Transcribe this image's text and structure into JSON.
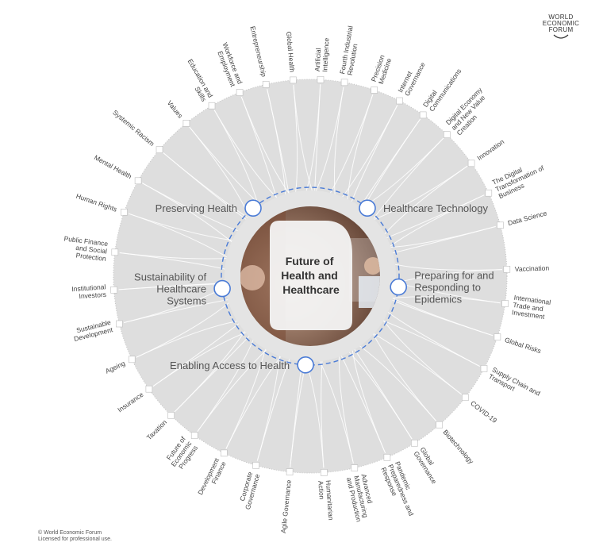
{
  "logo": {
    "lines": [
      "WORLD",
      "ECONOMIC",
      "FORUM"
    ]
  },
  "center": {
    "title_lines": [
      "Future of",
      "Health and",
      "Healthcare"
    ]
  },
  "key_issues": [
    {
      "lines": [
        "Preserving Health"
      ],
      "angle": -40,
      "anchor": "end"
    },
    {
      "lines": [
        "Healthcare Technology"
      ],
      "angle": 40,
      "anchor": "start"
    },
    {
      "lines": [
        "Preparing for and",
        "Responding to",
        "Epidemics"
      ],
      "angle": 97,
      "anchor": "start"
    },
    {
      "lines": [
        "Enabling Access to Health"
      ],
      "angle": 183,
      "anchor": "end"
    },
    {
      "lines": [
        "Sustainability of",
        "Healthcare",
        "Systems"
      ],
      "angle": 262,
      "anchor": "end"
    }
  ],
  "topics": [
    {
      "lines": [
        "Artificial",
        "Intelligence"
      ],
      "angle": 3
    },
    {
      "lines": [
        "Fourth Industrial",
        "Revolution"
      ],
      "angle": 10
    },
    {
      "lines": [
        "Precision",
        "Medicine"
      ],
      "angle": 19
    },
    {
      "lines": [
        "Internet",
        "Governance"
      ],
      "angle": 27
    },
    {
      "lines": [
        "Digital",
        "Communications"
      ],
      "angle": 35
    },
    {
      "lines": [
        "Digital Economy",
        "and New Value",
        "Creation"
      ],
      "angle": 44
    },
    {
      "lines": [
        "Innovation"
      ],
      "angle": 55
    },
    {
      "lines": [
        "The Digital",
        "Transformation of",
        "Business"
      ],
      "angle": 65
    },
    {
      "lines": [
        "Data Science"
      ],
      "angle": 75
    },
    {
      "lines": [
        "Vaccination"
      ],
      "angle": 88
    },
    {
      "lines": [
        "International",
        "Trade and",
        "Investment"
      ],
      "angle": 98
    },
    {
      "lines": [
        "Global Risks"
      ],
      "angle": 108
    },
    {
      "lines": [
        "Supply Chain and",
        "Transport"
      ],
      "angle": 118
    },
    {
      "lines": [
        "COVID-19"
      ],
      "angle": 128
    },
    {
      "lines": [
        "Biotechnology"
      ],
      "angle": 139
    },
    {
      "lines": [
        "Global",
        "Governance"
      ],
      "angle": 148
    },
    {
      "lines": [
        "Pandemic",
        "Preparedness and",
        "Response"
      ],
      "angle": 157
    },
    {
      "lines": [
        "Advanced",
        "Manufacturing",
        "and Production"
      ],
      "angle": 167
    },
    {
      "lines": [
        "Humanitarian",
        "Action"
      ],
      "angle": 176
    },
    {
      "lines": [
        "Agile Governance"
      ],
      "angle": 186
    },
    {
      "lines": [
        "Corporate",
        "Governance"
      ],
      "angle": 196
    },
    {
      "lines": [
        "Development",
        "Finance"
      ],
      "angle": 206
    },
    {
      "lines": [
        "Future of",
        "Economic",
        "Progress"
      ],
      "angle": 216
    },
    {
      "lines": [
        "Taxation"
      ],
      "angle": 225
    },
    {
      "lines": [
        "Insurance"
      ],
      "angle": 235
    },
    {
      "lines": [
        "Ageing"
      ],
      "angle": 245
    },
    {
      "lines": [
        "Sustainable",
        "Development"
      ],
      "angle": 256
    },
    {
      "lines": [
        "Institutional",
        "Investors"
      ],
      "angle": 266
    },
    {
      "lines": [
        "Public Finance",
        "and Social",
        "Protection"
      ],
      "angle": 277
    },
    {
      "lines": [
        "Human Rights"
      ],
      "angle": 289
    },
    {
      "lines": [
        "Mental Health"
      ],
      "angle": 299
    },
    {
      "lines": [
        "Systemic Racism"
      ],
      "angle": 310
    },
    {
      "lines": [
        "Values"
      ],
      "angle": 321
    },
    {
      "lines": [
        "Education and",
        "Skills"
      ],
      "angle": 330
    },
    {
      "lines": [
        "Workforce and",
        "Employment"
      ],
      "angle": 339
    },
    {
      "lines": [
        "Entrepreneurship"
      ],
      "angle": 347
    },
    {
      "lines": [
        "Global Health"
      ],
      "angle": 355
    }
  ],
  "colors": {
    "disk": "#dedede",
    "ring": "#4a7bd6",
    "links": "#ffffff",
    "node_stroke": "#4a7bd6",
    "card": "#f4f4f4",
    "photo_dark": "#5a3a2c",
    "photo_light": "#c9a892"
  },
  "copyright": {
    "lines": [
      "© World Economic Forum",
      "Licensed for professional use."
    ]
  }
}
